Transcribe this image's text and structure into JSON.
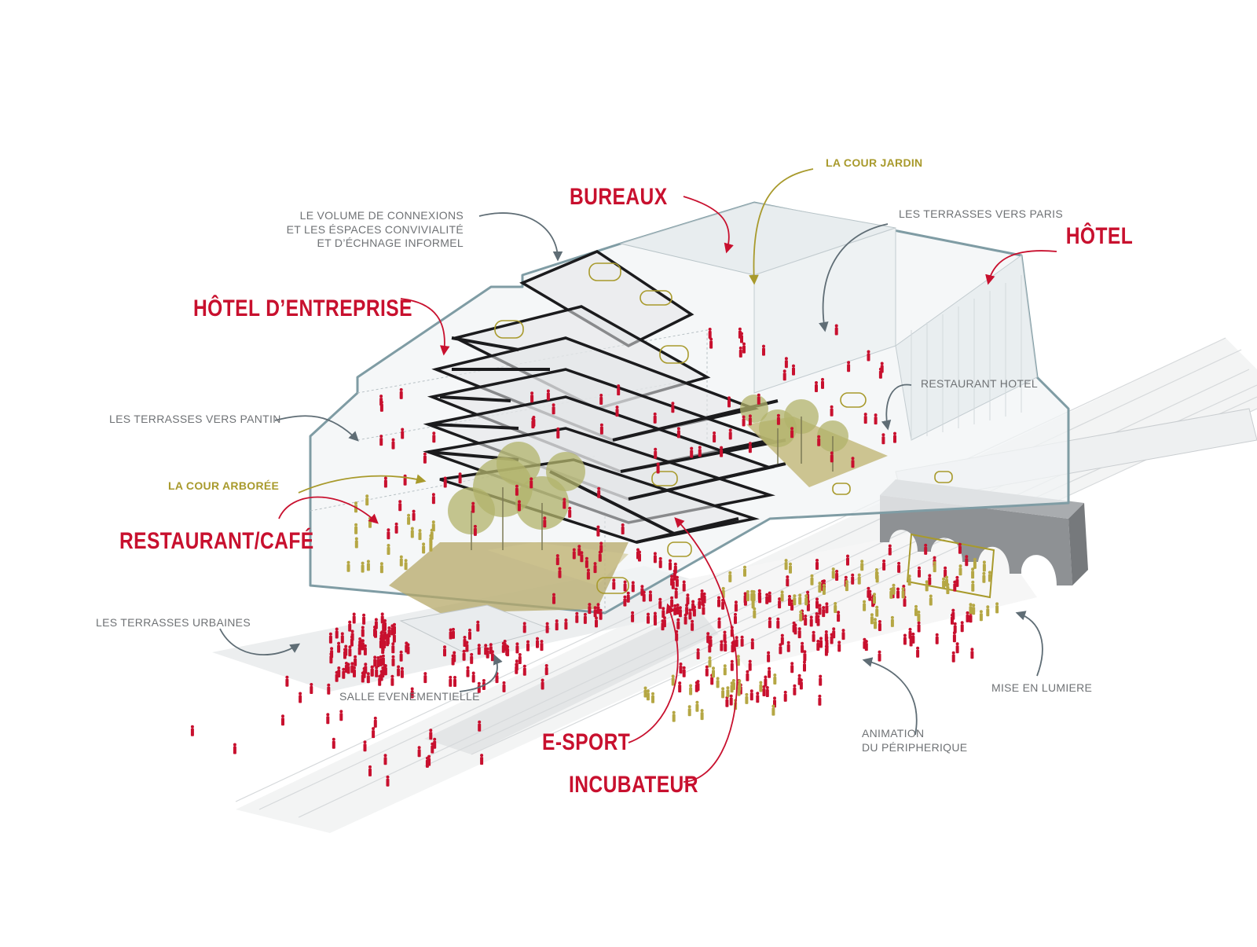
{
  "palette": {
    "red": "#c8102e",
    "gold": "#a89a2c",
    "outline": "#7f9ca4",
    "grey_text": "#6f7275",
    "arrow_grey": "#5f6d75"
  },
  "labels": {
    "bureaux": "BUREAUX",
    "hotel": "HÔTEL",
    "hotel_entreprise": "HÔTEL D’ENTREPRISE",
    "restaurant_cafe": "RESTAURANT/CAFÉ",
    "esport": "E-SPORT",
    "incubateur": "INCUBATEUR",
    "cour_jardin": "LA COUR JARDIN",
    "cour_arboree": "LA COUR ARBORÉE",
    "volume_connexions": [
      "LE VOLUME DE CONNEXIONS",
      "ET LES ÉSPACES CONVIVIALITÉ",
      "ET D’ÉCHNAGE INFORMEL"
    ],
    "terrasses_paris": "LES TERRASSES VERS PARIS",
    "restaurant_hotel": "RESTAURANT HOTEL",
    "terrasses_pantin": "LES TERRASSES VERS PANTIN",
    "terrasses_urbaines": "LES TERRASSES URBAINES",
    "salle_evenementielle": "SALLE EVENEMENTIELLE",
    "mise_en_lumiere": "MISE EN LUMIERE",
    "animation_peripherique": [
      "ANIMATION",
      "DU PÉRIPHERIQUE"
    ]
  }
}
